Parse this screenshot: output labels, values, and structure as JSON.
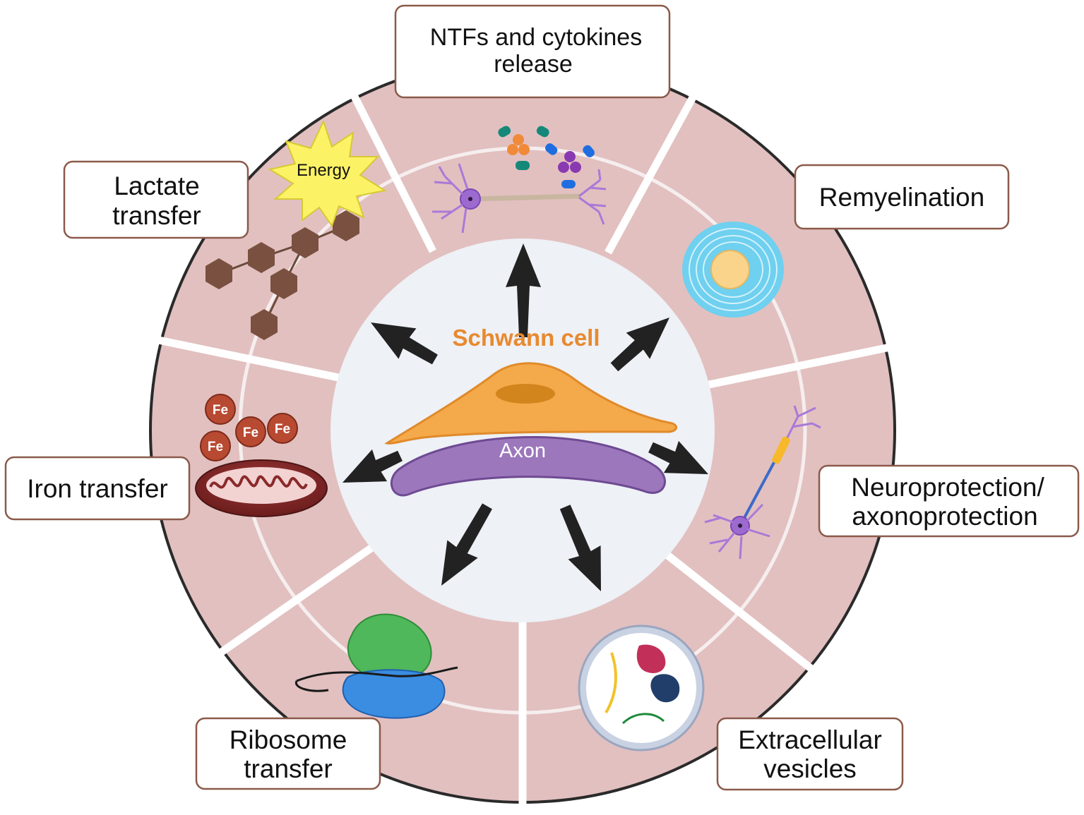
{
  "diagram": {
    "center": {
      "cell_label": "Schwann cell",
      "axon_label": "Axon"
    },
    "functions": [
      {
        "id": "ntfs",
        "lines": [
          "NTFs and cytokines",
          "release"
        ]
      },
      {
        "id": "remyelination",
        "lines": [
          "Remyelination"
        ]
      },
      {
        "id": "neuroprotection",
        "lines": [
          "Neuroprotection/",
          "axonoprotection"
        ]
      },
      {
        "id": "vesicles",
        "lines": [
          "Extracellular",
          "vesicles"
        ]
      },
      {
        "id": "ribosome",
        "lines": [
          "Ribosome",
          "transfer"
        ]
      },
      {
        "id": "iron",
        "lines": [
          "Iron transfer"
        ]
      },
      {
        "id": "lactate",
        "lines": [
          "Lactate",
          "transfer"
        ]
      }
    ],
    "icon_texts": {
      "energy": "Energy",
      "iron": [
        "Fe",
        "Fe",
        "Fe",
        "Fe"
      ]
    },
    "colors": {
      "ring": "#e2c0c0",
      "ring_border": "#2a2a2a",
      "hub": "#eef1f6",
      "label_border": "#8b5a4a",
      "schwann": "#f4a94a",
      "schwann_text": "#e8892f",
      "axon": "#9c77bb",
      "arrow": "#222222"
    }
  }
}
